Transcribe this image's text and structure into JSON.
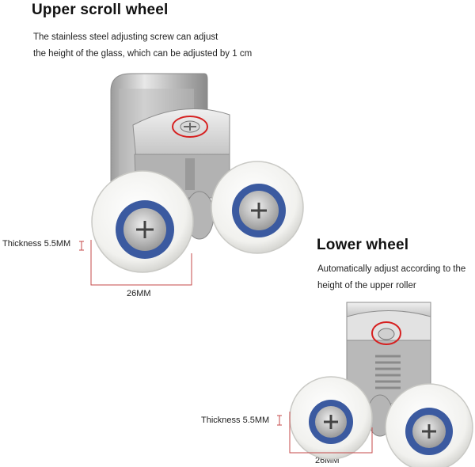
{
  "upper": {
    "title": "Upper scroll wheel",
    "desc_line1": "The stainless steel adjusting screw can adjust",
    "desc_line2": "the height of the glass, which can be adjusted by 1 cm",
    "thickness": "Thickness 5.5MM",
    "width": "26MM"
  },
  "lower": {
    "title": "Lower wheel",
    "desc_line1": "Automatically adjust according to the",
    "desc_line2": "height of the upper roller",
    "thickness": "Thickness 5.5MM",
    "width": "26MM"
  },
  "colors": {
    "wheel": "#f4f4f2",
    "bearing_ring": "#3b5aa0",
    "metal": "#c8c8c8",
    "highlight_circle": "#d62020",
    "dimension_line": "#c44a4a"
  }
}
